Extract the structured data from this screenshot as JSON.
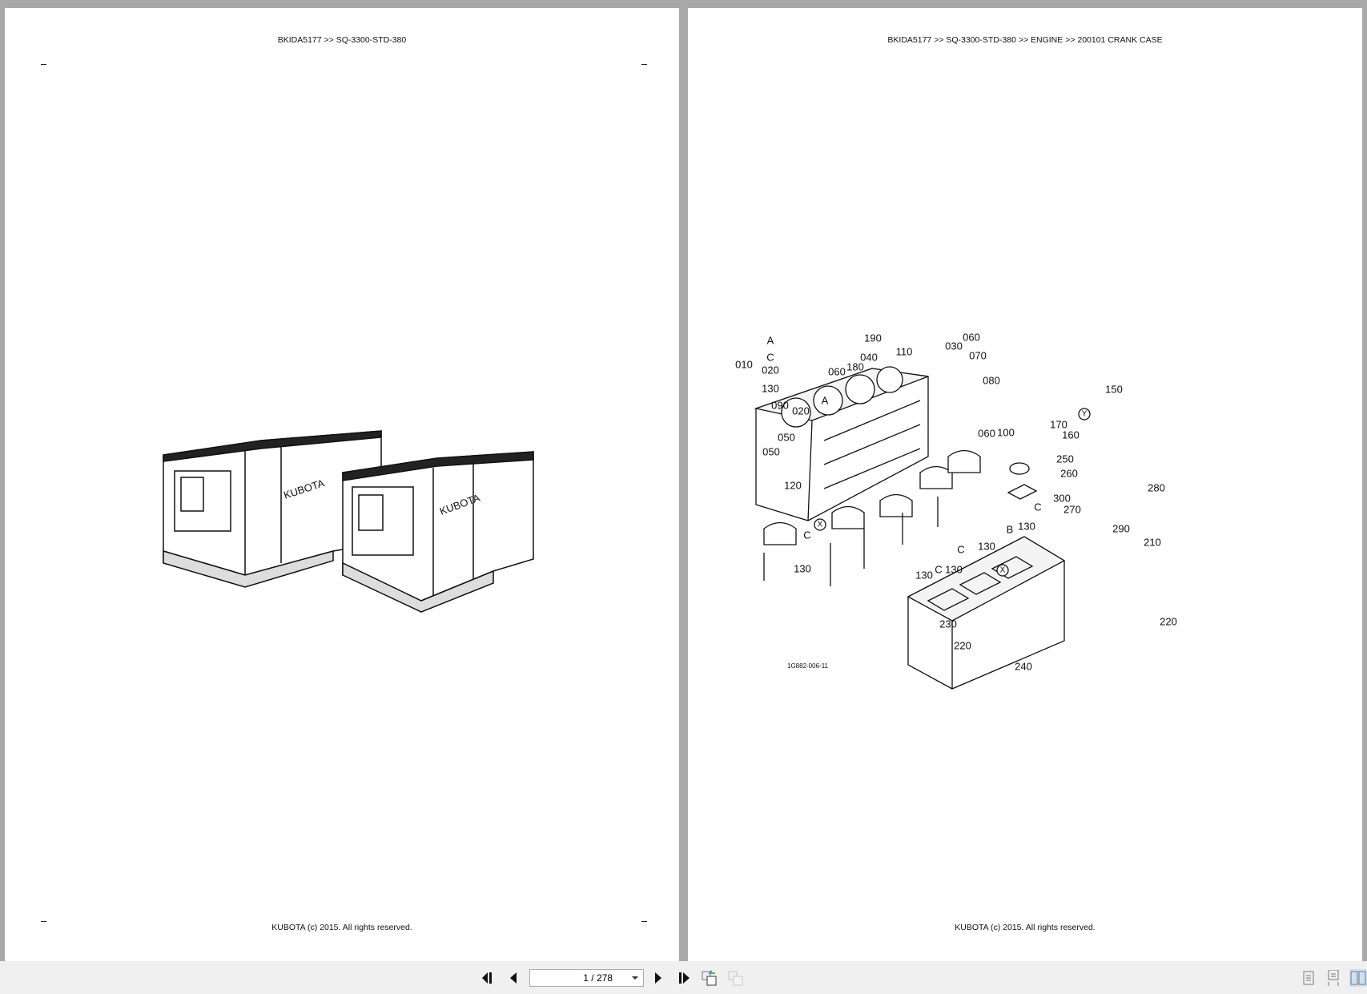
{
  "viewer": {
    "page_indicator": "1 / 278",
    "current_page": 1,
    "total_pages": 278,
    "toolbar_icons": [
      "first-page-icon",
      "previous-page-icon",
      "next-page-icon",
      "last-page-icon",
      "go-back-view-icon",
      "go-forward-view-icon",
      "single-page-view-icon",
      "continuous-view-icon",
      "two-page-view-icon"
    ],
    "active_view": "two-page-view"
  },
  "left_page": {
    "header": "BKIDA5177 >> SQ-3300-STD-380",
    "footer": "KUBOTA (c) 2015. All rights reserved.",
    "illustration": "generator-sets",
    "logo_text": [
      "KUBOTA",
      "KUBOTA"
    ]
  },
  "right_page": {
    "header": "BKIDA5177 >> SQ-3300-STD-380 >> ENGINE >> 200101   CRANK CASE",
    "footer": "KUBOTA (c) 2015. All rights reserved.",
    "figure_id": "1G882-006-11",
    "callouts": [
      "010",
      "A",
      "C",
      "020",
      "130",
      "190",
      "110",
      "030",
      "060",
      "070",
      "040",
      "180",
      "060",
      "080",
      "150",
      "090",
      "020",
      "A",
      "050",
      "050",
      "170",
      "160",
      "060",
      "100",
      "250",
      "260",
      "120",
      "300",
      "280",
      "270",
      "C",
      "B",
      "130",
      "290",
      "C",
      "130",
      "C",
      "210",
      "130",
      "130",
      "C",
      "130",
      "230",
      "220",
      "220",
      "240",
      "X",
      "X",
      "Y"
    ]
  }
}
